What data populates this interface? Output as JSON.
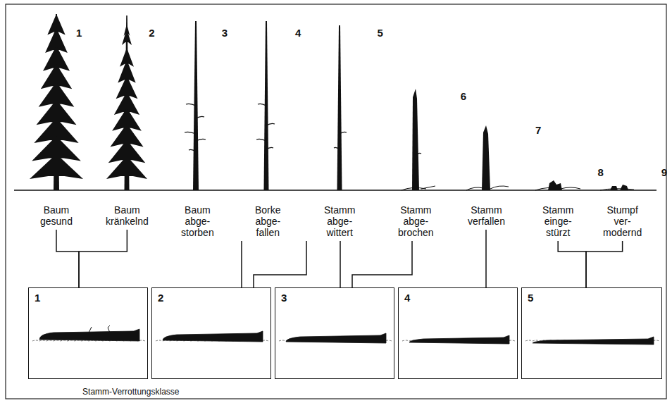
{
  "diagram": {
    "nodes": [
      {
        "text": [
          "Baum gesund"
        ]
      },
      {
        "text": [
          "Baum kränkelnd"
        ]
      },
      {
        "text": [
          "Baum abge- storben"
        ]
      },
      {
        "text": [
          "Borke abge- fallen"
        ]
      },
      {
        "text": [
          "Stamm abge- wittert"
        ]
      },
      {
        "text": [
          "Stamm abge- brochen"
        ]
      },
      {
        "text": [
          "Stamm verfallen"
        ]
      },
      {
        "text": [
          "Stamm einge- stürzt"
        ]
      },
      {
        "text": [
          "Stumpf ver- modernd"
        ]
      },
      {
        "text": [
          "1"
        ]
      },
      {
        "text": [
          "2"
        ]
      },
      {
        "text": [
          "3"
        ]
      },
      {
        "text": [
          "4"
        ]
      },
      {
        "text": [
          "5"
        ]
      }
    ],
    "edges": [
      {
        "from": 0,
        "to": 9,
        "arrow": "none"
      },
      {
        "from": 1,
        "to": 9,
        "arrow": "none"
      },
      {
        "from": 3,
        "to": 10,
        "arrow": "none"
      },
      {
        "from": 4,
        "to": 10,
        "arrow": "none"
      },
      {
        "from": 4,
        "to": 11,
        "arrow": "none"
      },
      {
        "from": 5,
        "to": 11,
        "arrow": "none"
      },
      {
        "from": 6,
        "to": 12,
        "arrow": "none"
      },
      {
        "from": 7,
        "to": 13,
        "arrow": "none"
      },
      {
        "from": 8,
        "to": 13,
        "arrow": "none"
      }
    ],
    "labels": [
      "1",
      "2",
      "3",
      "4",
      "5",
      "6",
      "7",
      "8",
      "9",
      "Stamm-Verrottungsklasse"
    ]
  }
}
